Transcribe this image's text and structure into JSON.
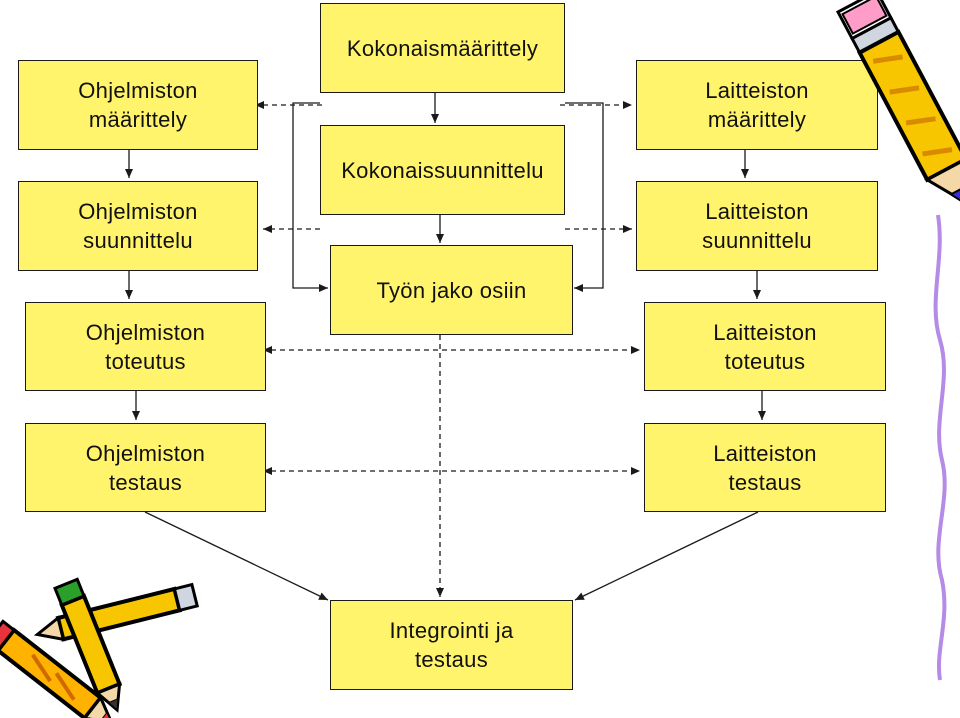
{
  "colors": {
    "box_fill": "#fff46b",
    "line": "#1a1a1a"
  },
  "boxes": {
    "ohj_maar": {
      "line1": "Ohjelmiston",
      "line2": "määrittely"
    },
    "ohj_suun": {
      "line1": "Ohjelmiston",
      "line2": "suunnittelu"
    },
    "ohj_tot": {
      "line1": "Ohjelmiston",
      "line2": "toteutus"
    },
    "ohj_test": {
      "line1": "Ohjelmiston",
      "line2": "testaus"
    },
    "kok_maar": {
      "line1": "Kokonaismäärittely"
    },
    "kok_suun": {
      "line1": "Kokonaissuunnittelu"
    },
    "tyon_jako": {
      "line1": "Työn jako osiin"
    },
    "lai_maar": {
      "line1": "Laitteiston",
      "line2": "määrittely"
    },
    "lai_suun": {
      "line1": "Laitteiston",
      "line2": "suunnittelu"
    },
    "lai_tot": {
      "line1": "Laitteiston",
      "line2": "toteutus"
    },
    "lai_test": {
      "line1": "Laitteiston",
      "line2": "testaus"
    },
    "integ": {
      "line1": "Integrointi ja",
      "line2": "testaus"
    }
  },
  "icons": [
    "pencil-icon",
    "pencil-icon",
    "pencil-icon"
  ]
}
